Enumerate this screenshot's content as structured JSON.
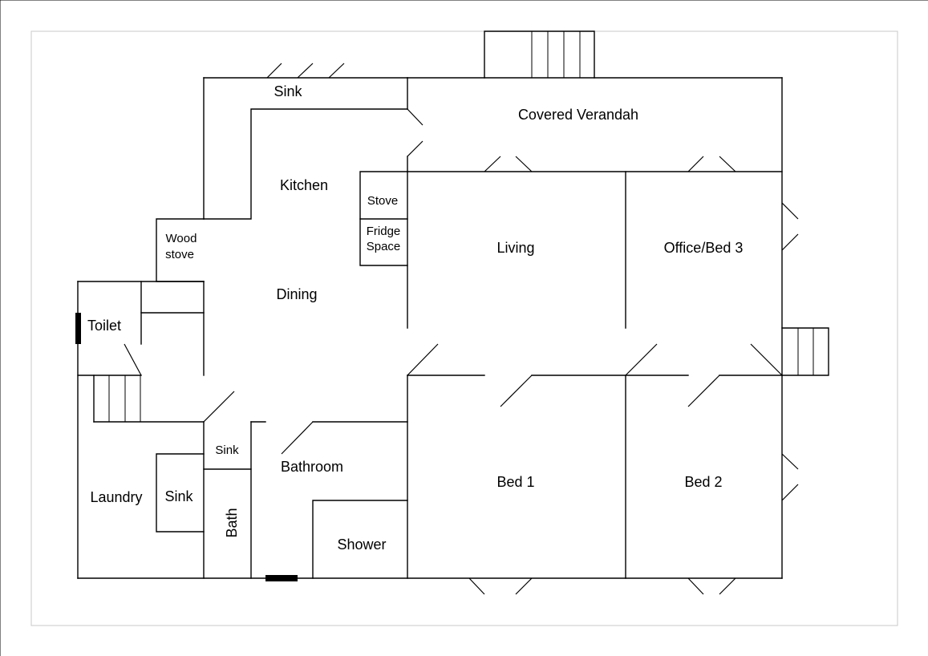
{
  "rooms": {
    "sink_top": "Sink",
    "covered_verandah": "Covered Verandah",
    "kitchen": "Kitchen",
    "stove": "Stove",
    "fridge_line1": "Fridge",
    "fridge_line2": "Space",
    "wood_stove_line1": "Wood",
    "wood_stove_line2": "stove",
    "living": "Living",
    "office_bed3": "Office/Bed 3",
    "dining": "Dining",
    "toilet": "Toilet",
    "sink_bath": "Sink",
    "bathroom": "Bathroom",
    "sink_laundry": "Sink",
    "laundry": "Laundry",
    "bath": "Bath",
    "shower": "Shower",
    "bed1": "Bed 1",
    "bed2": "Bed 2"
  }
}
